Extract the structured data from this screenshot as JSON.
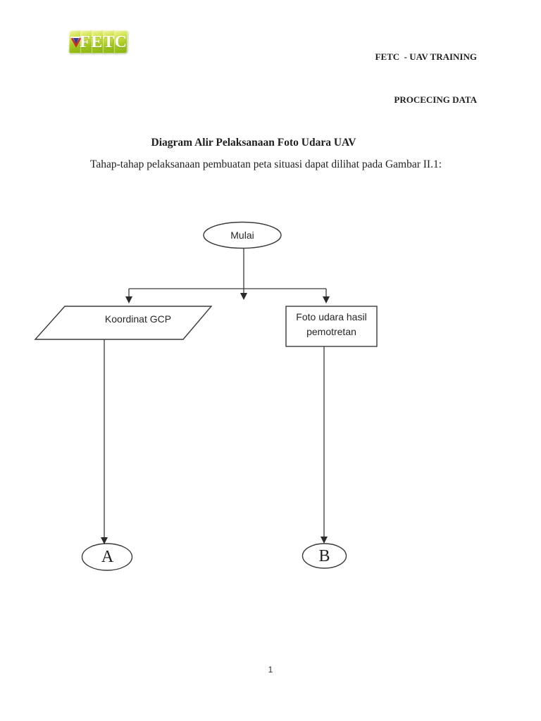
{
  "header": {
    "logo": {
      "letters": [
        "F",
        "E",
        "T",
        "C"
      ],
      "emblem": "red-blue-check-emblem",
      "panel_color_light": "#d3e44c",
      "panel_color_dark": "#86b20f"
    },
    "line1": "FETC  - UAV TRAINING",
    "line2": "PROCECING DATA"
  },
  "document": {
    "title": "Diagram Alir Pelaksanaan Foto Udara UAV",
    "subtitle": "Tahap-tahap pelaksanaan pembuatan peta situasi dapat dilihat pada Gambar II.1:",
    "page_number": "1"
  },
  "flowchart": {
    "nodes": {
      "mulai": {
        "type": "terminator-ellipse",
        "label": "Mulai"
      },
      "koordinat_gcp": {
        "type": "input-parallelogram",
        "label": "Koordinat GCP"
      },
      "foto_udara": {
        "type": "process-rectangle",
        "label": "Foto udara hasil pemotretan",
        "label_line1": "Foto udara hasil",
        "label_line2": "pemotretan"
      },
      "connector_a": {
        "type": "connector-ellipse",
        "label": "A"
      },
      "connector_b": {
        "type": "connector-ellipse",
        "label": "B"
      }
    },
    "edges": [
      "mulai -> split-junction",
      "split-junction -> koordinat_gcp",
      "split-junction -> foto_udara",
      "koordinat_gcp -> connector_a",
      "foto_udara -> connector_b"
    ],
    "line_color": "#3a3a3a"
  },
  "colors": {
    "page_background": "#ffffff",
    "text": "#1f1f1f"
  }
}
